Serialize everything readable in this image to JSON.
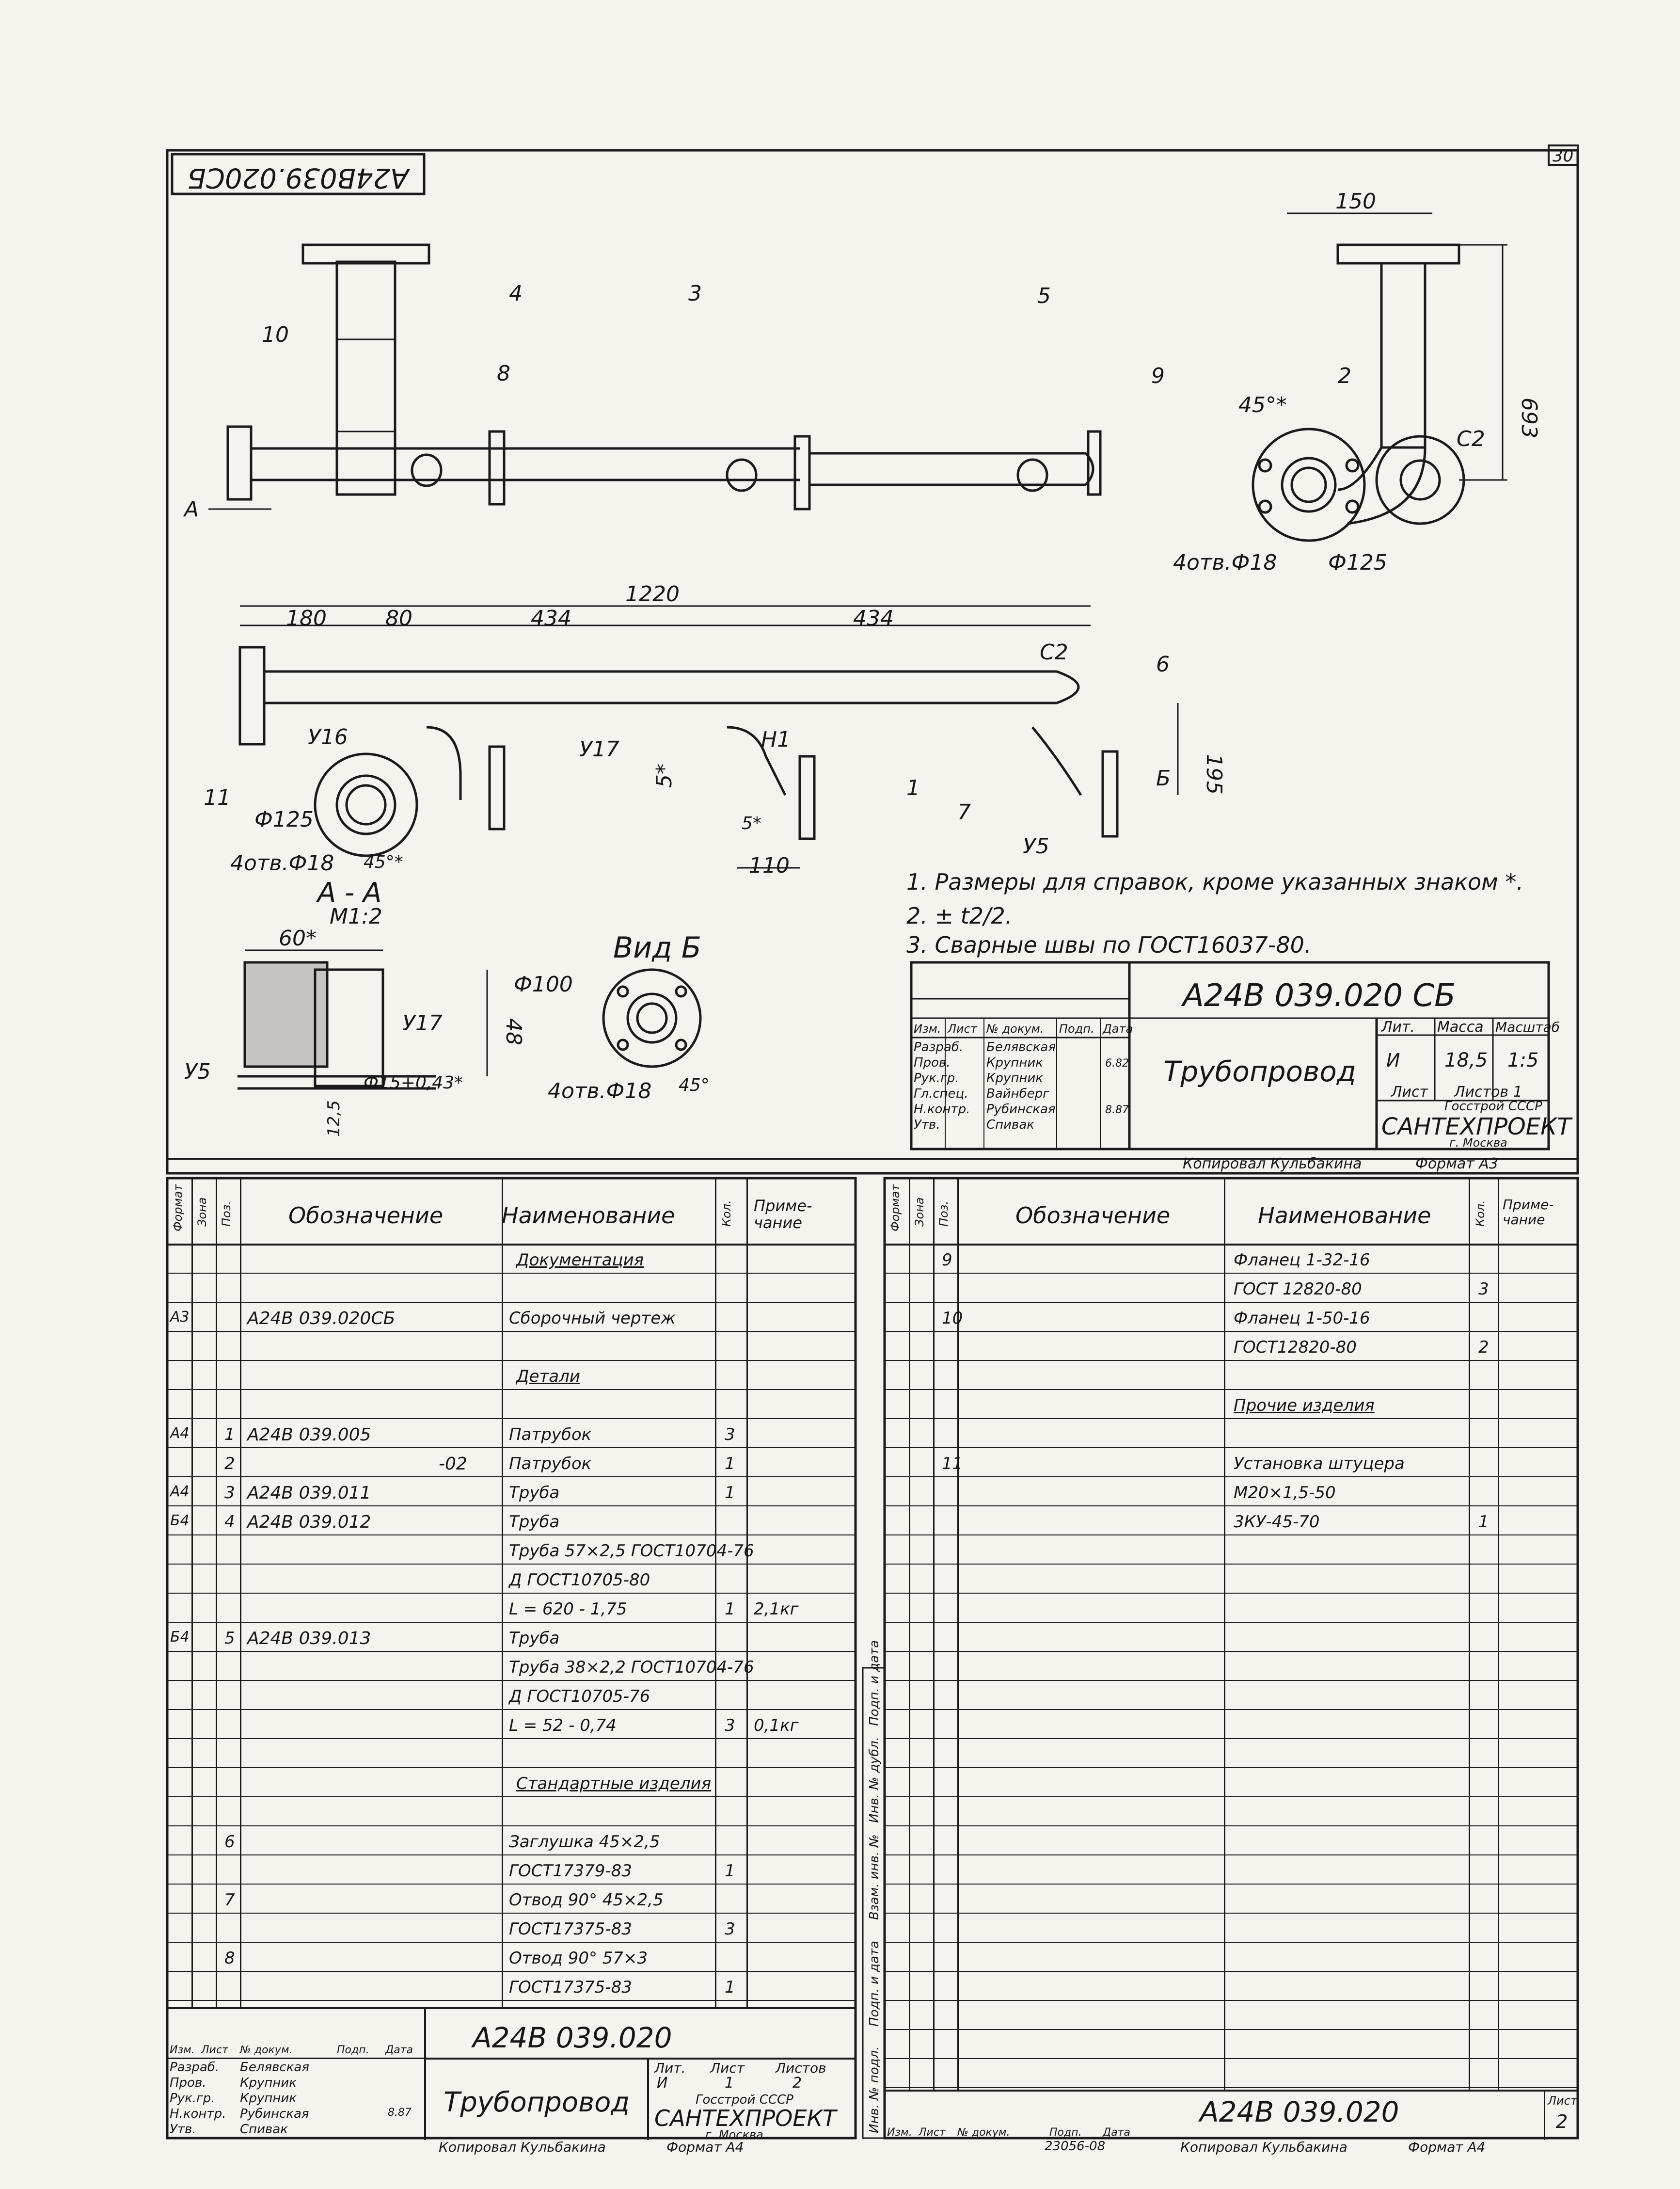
{
  "sheet_number": "30",
  "stamp_rotated": "A24B039.020СБ",
  "drawing": {
    "positions": [
      "1",
      "2",
      "3",
      "4",
      "5",
      "6",
      "7",
      "8",
      "9",
      "10",
      "11"
    ],
    "dims": {
      "d150": "150",
      "d693": "693",
      "d45a": "45°*",
      "c2a": "C2",
      "c2b": "C2",
      "holes18a": "4отв.Ф18",
      "d125a": "Ф125",
      "d1220": "1220",
      "d180": "180",
      "d80": "80",
      "d434a": "434",
      "d434b": "434",
      "d195": "195",
      "y16": "У16",
      "y17": "У17",
      "h1": "Н1",
      "y5": "У5",
      "d5a": "5*",
      "d5b": "5*",
      "d110": "110",
      "d125b": "Ф125",
      "holes18b": "4отв.Ф18",
      "d45b": "45°*",
      "arrowA": "А",
      "arrowB": "Б",
      "sectionA": "А - А",
      "scaleA": "М1:2",
      "d60": "60*",
      "d48": "48",
      "y17b": "У17",
      "y5b": "У5",
      "d15": "Ф15+0,43*",
      "d125s": "12,5",
      "viewB": "Вид Б",
      "d100": "Ф100",
      "holes18c": "4отв.Ф18",
      "d45c": "45°"
    },
    "notes": [
      "1. Размеры для справок, кроме указанных знаком *.",
      "2. ± t2/2.",
      "3. Сварные швы по ГОСТ16037-80."
    ]
  },
  "title_block_top": {
    "code": "А24В 039.020 СБ",
    "name": "Трубопровод",
    "lit_label": "Лит.",
    "mass_label": "Масса",
    "scale_label": "Масштаб",
    "lit": "И",
    "mass": "18,5",
    "scale": "1:5",
    "sheet_label": "Лист",
    "sheets_label": "Листов 1",
    "org1": "Госстрой СССР",
    "org2": "САНТЕХПРОЕКТ",
    "org3": "г. Москва",
    "head": [
      "Изм.",
      "Лист",
      "№ докум.",
      "Подп.",
      "Дата"
    ],
    "roles": [
      {
        "role": "Разраб.",
        "name": "Белявская",
        "date": ""
      },
      {
        "role": "Пров.",
        "name": "Крупник",
        "date": "6.82"
      },
      {
        "role": "Рук.гр.",
        "name": "Крупник",
        "date": ""
      },
      {
        "role": "Гл.спец.",
        "name": "Вайнберг",
        "date": ""
      },
      {
        "role": "Н.контр.",
        "name": "Рубинская",
        "date": "8.87"
      },
      {
        "role": "Утв.",
        "name": "Спивак",
        "date": ""
      }
    ],
    "copied": "Копировал Кульбакина",
    "format": "Формат А3"
  },
  "spec_left": {
    "headers": [
      "Формат",
      "Зона",
      "Поз.",
      "Обозначение",
      "Наименование",
      "Кол.",
      "Приме-чание"
    ],
    "rows": [
      {
        "fmt": "",
        "pos": "",
        "code": "",
        "name": "Документация",
        "qty": "",
        "note": "",
        "heading": true
      },
      {
        "fmt": "",
        "pos": "",
        "code": "",
        "name": "",
        "qty": "",
        "note": ""
      },
      {
        "fmt": "А3",
        "pos": "",
        "code": "А24В 039.020СБ",
        "name": "Сборочный чертеж",
        "qty": "",
        "note": ""
      },
      {
        "fmt": "",
        "pos": "",
        "code": "",
        "name": "",
        "qty": "",
        "note": ""
      },
      {
        "fmt": "",
        "pos": "",
        "code": "",
        "name": "Детали",
        "qty": "",
        "note": "",
        "heading": true
      },
      {
        "fmt": "",
        "pos": "",
        "code": "",
        "name": "",
        "qty": "",
        "note": ""
      },
      {
        "fmt": "А4",
        "pos": "1",
        "code": "А24В 039.005",
        "name": "Патрубок",
        "qty": "3",
        "note": ""
      },
      {
        "fmt": "",
        "pos": "2",
        "code": "-02",
        "name": "Патрубок",
        "qty": "1",
        "note": ""
      },
      {
        "fmt": "А4",
        "pos": "3",
        "code": "А24В 039.011",
        "name": "Труба",
        "qty": "1",
        "note": ""
      },
      {
        "fmt": "Б4",
        "pos": "4",
        "code": "А24В 039.012",
        "name": "Труба",
        "qty": "",
        "note": ""
      },
      {
        "fmt": "",
        "pos": "",
        "code": "",
        "name": "Труба 57×2,5 ГОСТ10704-76",
        "qty": "",
        "note": ""
      },
      {
        "fmt": "",
        "pos": "",
        "code": "",
        "name": "Д ГОСТ10705-80",
        "qty": "",
        "note": ""
      },
      {
        "fmt": "",
        "pos": "",
        "code": "",
        "name": "L = 620 - 1,75",
        "qty": "1",
        "note": "2,1кг"
      },
      {
        "fmt": "Б4",
        "pos": "5",
        "code": "А24В 039.013",
        "name": "Труба",
        "qty": "",
        "note": ""
      },
      {
        "fmt": "",
        "pos": "",
        "code": "",
        "name": "Труба 38×2,2 ГОСТ10704-76",
        "qty": "",
        "note": ""
      },
      {
        "fmt": "",
        "pos": "",
        "code": "",
        "name": "Д ГОСТ10705-76",
        "qty": "",
        "note": ""
      },
      {
        "fmt": "",
        "pos": "",
        "code": "",
        "name": "L = 52 - 0,74",
        "qty": "3",
        "note": "0,1кг"
      },
      {
        "fmt": "",
        "pos": "",
        "code": "",
        "name": "",
        "qty": "",
        "note": ""
      },
      {
        "fmt": "",
        "pos": "",
        "code": "",
        "name": "Стандартные изделия",
        "qty": "",
        "note": "",
        "heading": true
      },
      {
        "fmt": "",
        "pos": "",
        "code": "",
        "name": "",
        "qty": "",
        "note": ""
      },
      {
        "fmt": "",
        "pos": "6",
        "code": "",
        "name": "Заглушка 45×2,5",
        "qty": "",
        "note": ""
      },
      {
        "fmt": "",
        "pos": "",
        "code": "",
        "name": "ГОСТ17379-83",
        "qty": "1",
        "note": ""
      },
      {
        "fmt": "",
        "pos": "7",
        "code": "",
        "name": "Отвод 90° 45×2,5",
        "qty": "",
        "note": ""
      },
      {
        "fmt": "",
        "pos": "",
        "code": "",
        "name": "ГОСТ17375-83",
        "qty": "3",
        "note": ""
      },
      {
        "fmt": "",
        "pos": "8",
        "code": "",
        "name": "Отвод 90° 57×3",
        "qty": "",
        "note": ""
      },
      {
        "fmt": "",
        "pos": "",
        "code": "",
        "name": "ГОСТ17375-83",
        "qty": "1",
        "note": ""
      }
    ]
  },
  "title_block_left": {
    "code": "А24В 039.020",
    "name": "Трубопровод",
    "head": [
      "Изм.",
      "Лист",
      "№ докум.",
      "Подп.",
      "Дата"
    ],
    "roles": [
      {
        "role": "Разраб.",
        "name": "Белявская",
        "date": ""
      },
      {
        "role": "Пров.",
        "name": "Крупник",
        "date": ""
      },
      {
        "role": "Рук.гр.",
        "name": "Крупник",
        "date": ""
      },
      {
        "role": "Н.контр.",
        "name": "Рубинская",
        "date": "8.87"
      },
      {
        "role": "Утв.",
        "name": "Спивак",
        "date": ""
      }
    ],
    "lit_label": "Лит.",
    "sheet_label": "Лист",
    "sheets_label": "Листов",
    "lit": "И",
    "sheet": "1",
    "sheets": "2",
    "org1": "Госстрой СССР",
    "org2": "САНТЕХПРОЕКТ",
    "org3": "г. Москва",
    "copied": "Копировал Кульбакина",
    "format": "Формат А4"
  },
  "spec_right": {
    "headers": [
      "Формат",
      "Зона",
      "Поз.",
      "Обозначение",
      "Наименование",
      "Кол.",
      "Приме-чание"
    ],
    "rows": [
      {
        "pos": "9",
        "name": "Фланец 1-32-16",
        "qty": ""
      },
      {
        "pos": "",
        "name": "ГОСТ 12820-80",
        "qty": "3"
      },
      {
        "pos": "10",
        "name": "Фланец 1-50-16",
        "qty": ""
      },
      {
        "pos": "",
        "name": "ГОСТ12820-80",
        "qty": "2"
      },
      {
        "pos": "",
        "name": "",
        "qty": ""
      },
      {
        "pos": "",
        "name": "Прочие изделия",
        "qty": "",
        "heading": true
      },
      {
        "pos": "",
        "name": "",
        "qty": ""
      },
      {
        "pos": "11",
        "name": "Установка штуцера",
        "qty": ""
      },
      {
        "pos": "",
        "name": "М20×1,5-50",
        "qty": ""
      },
      {
        "pos": "",
        "name": "3КУ-45-70",
        "qty": "1"
      }
    ],
    "side_labels": [
      "Инв. № подл.",
      "Подп. и дата",
      "Взам. инв. №",
      "Инв. № дубл.",
      "Подп. и дата"
    ],
    "code": "А24В 039.020",
    "sheet_label": "Лист",
    "sheet": "2",
    "head": [
      "Изм.",
      "Лист",
      "№ докум.",
      "Подп.",
      "Дата"
    ],
    "copied": "Копировал Кульбакина",
    "format": "Формат А4",
    "extra": "23056-08"
  }
}
